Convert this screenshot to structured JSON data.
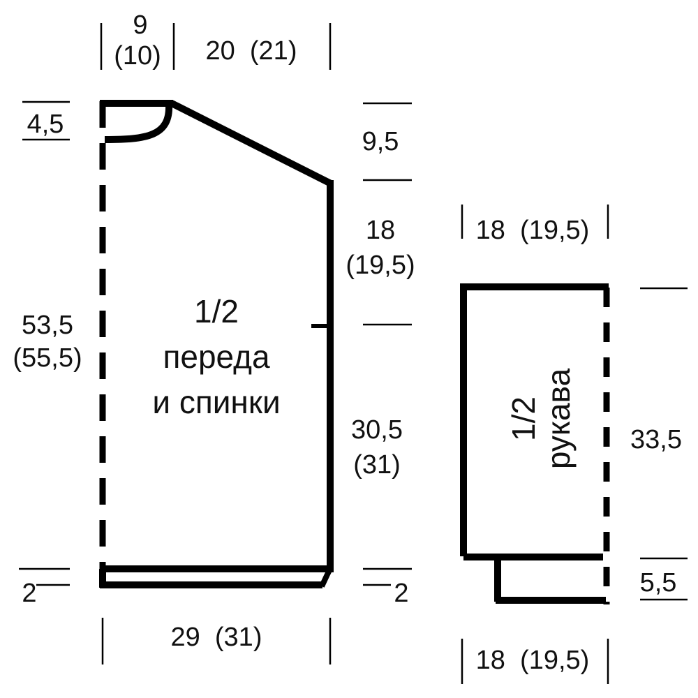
{
  "body_piece": {
    "title_line1": "1/2",
    "title_line2": "переда",
    "title_line3": "и спинки",
    "top_shoulder_left": "9",
    "top_shoulder_left_alt": "(10)",
    "top_width": "20  (21)",
    "neck_depth": "4,5",
    "shoulder_slope": "9,5",
    "armhole": "18",
    "armhole_alt": "(19,5)",
    "total_length": "53,5",
    "total_length_alt": "(55,5)",
    "side_length": "30,5",
    "side_length_alt": "(31)",
    "hem_left": "2",
    "hem_right": "2",
    "bottom_width": "29  (31)"
  },
  "sleeve_piece": {
    "title_line1": "1/2",
    "title_line2": "рукава",
    "top_width": "18  (19,5)",
    "length": "33,5",
    "cuff": "5,5",
    "bottom_width": "18  (19,5)"
  }
}
